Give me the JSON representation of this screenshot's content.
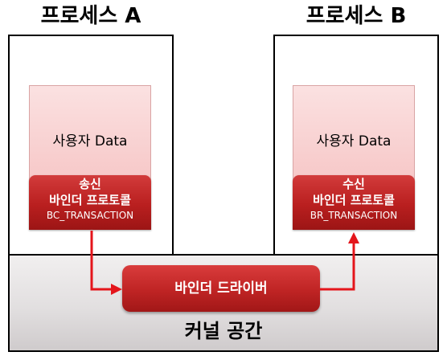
{
  "process_a": {
    "title": "프로세스 A",
    "user_data": "사용자 Data",
    "protocol": {
      "line1": "송신",
      "line2": "바인더 프로토콜",
      "line3": "BC_TRANSACTION"
    }
  },
  "process_b": {
    "title": "프로세스 B",
    "user_data": "사용자 Data",
    "protocol": {
      "line1": "수신",
      "line2": "바인더 프로토콜",
      "line3": "BR_TRANSACTION"
    }
  },
  "kernel": {
    "label": "커널 공간",
    "driver_label": "바인더 드라이버"
  },
  "colors": {
    "arrow": "#e4151b",
    "protocol_red": "#b91f1f",
    "user_data_pink": "#f7caca"
  }
}
